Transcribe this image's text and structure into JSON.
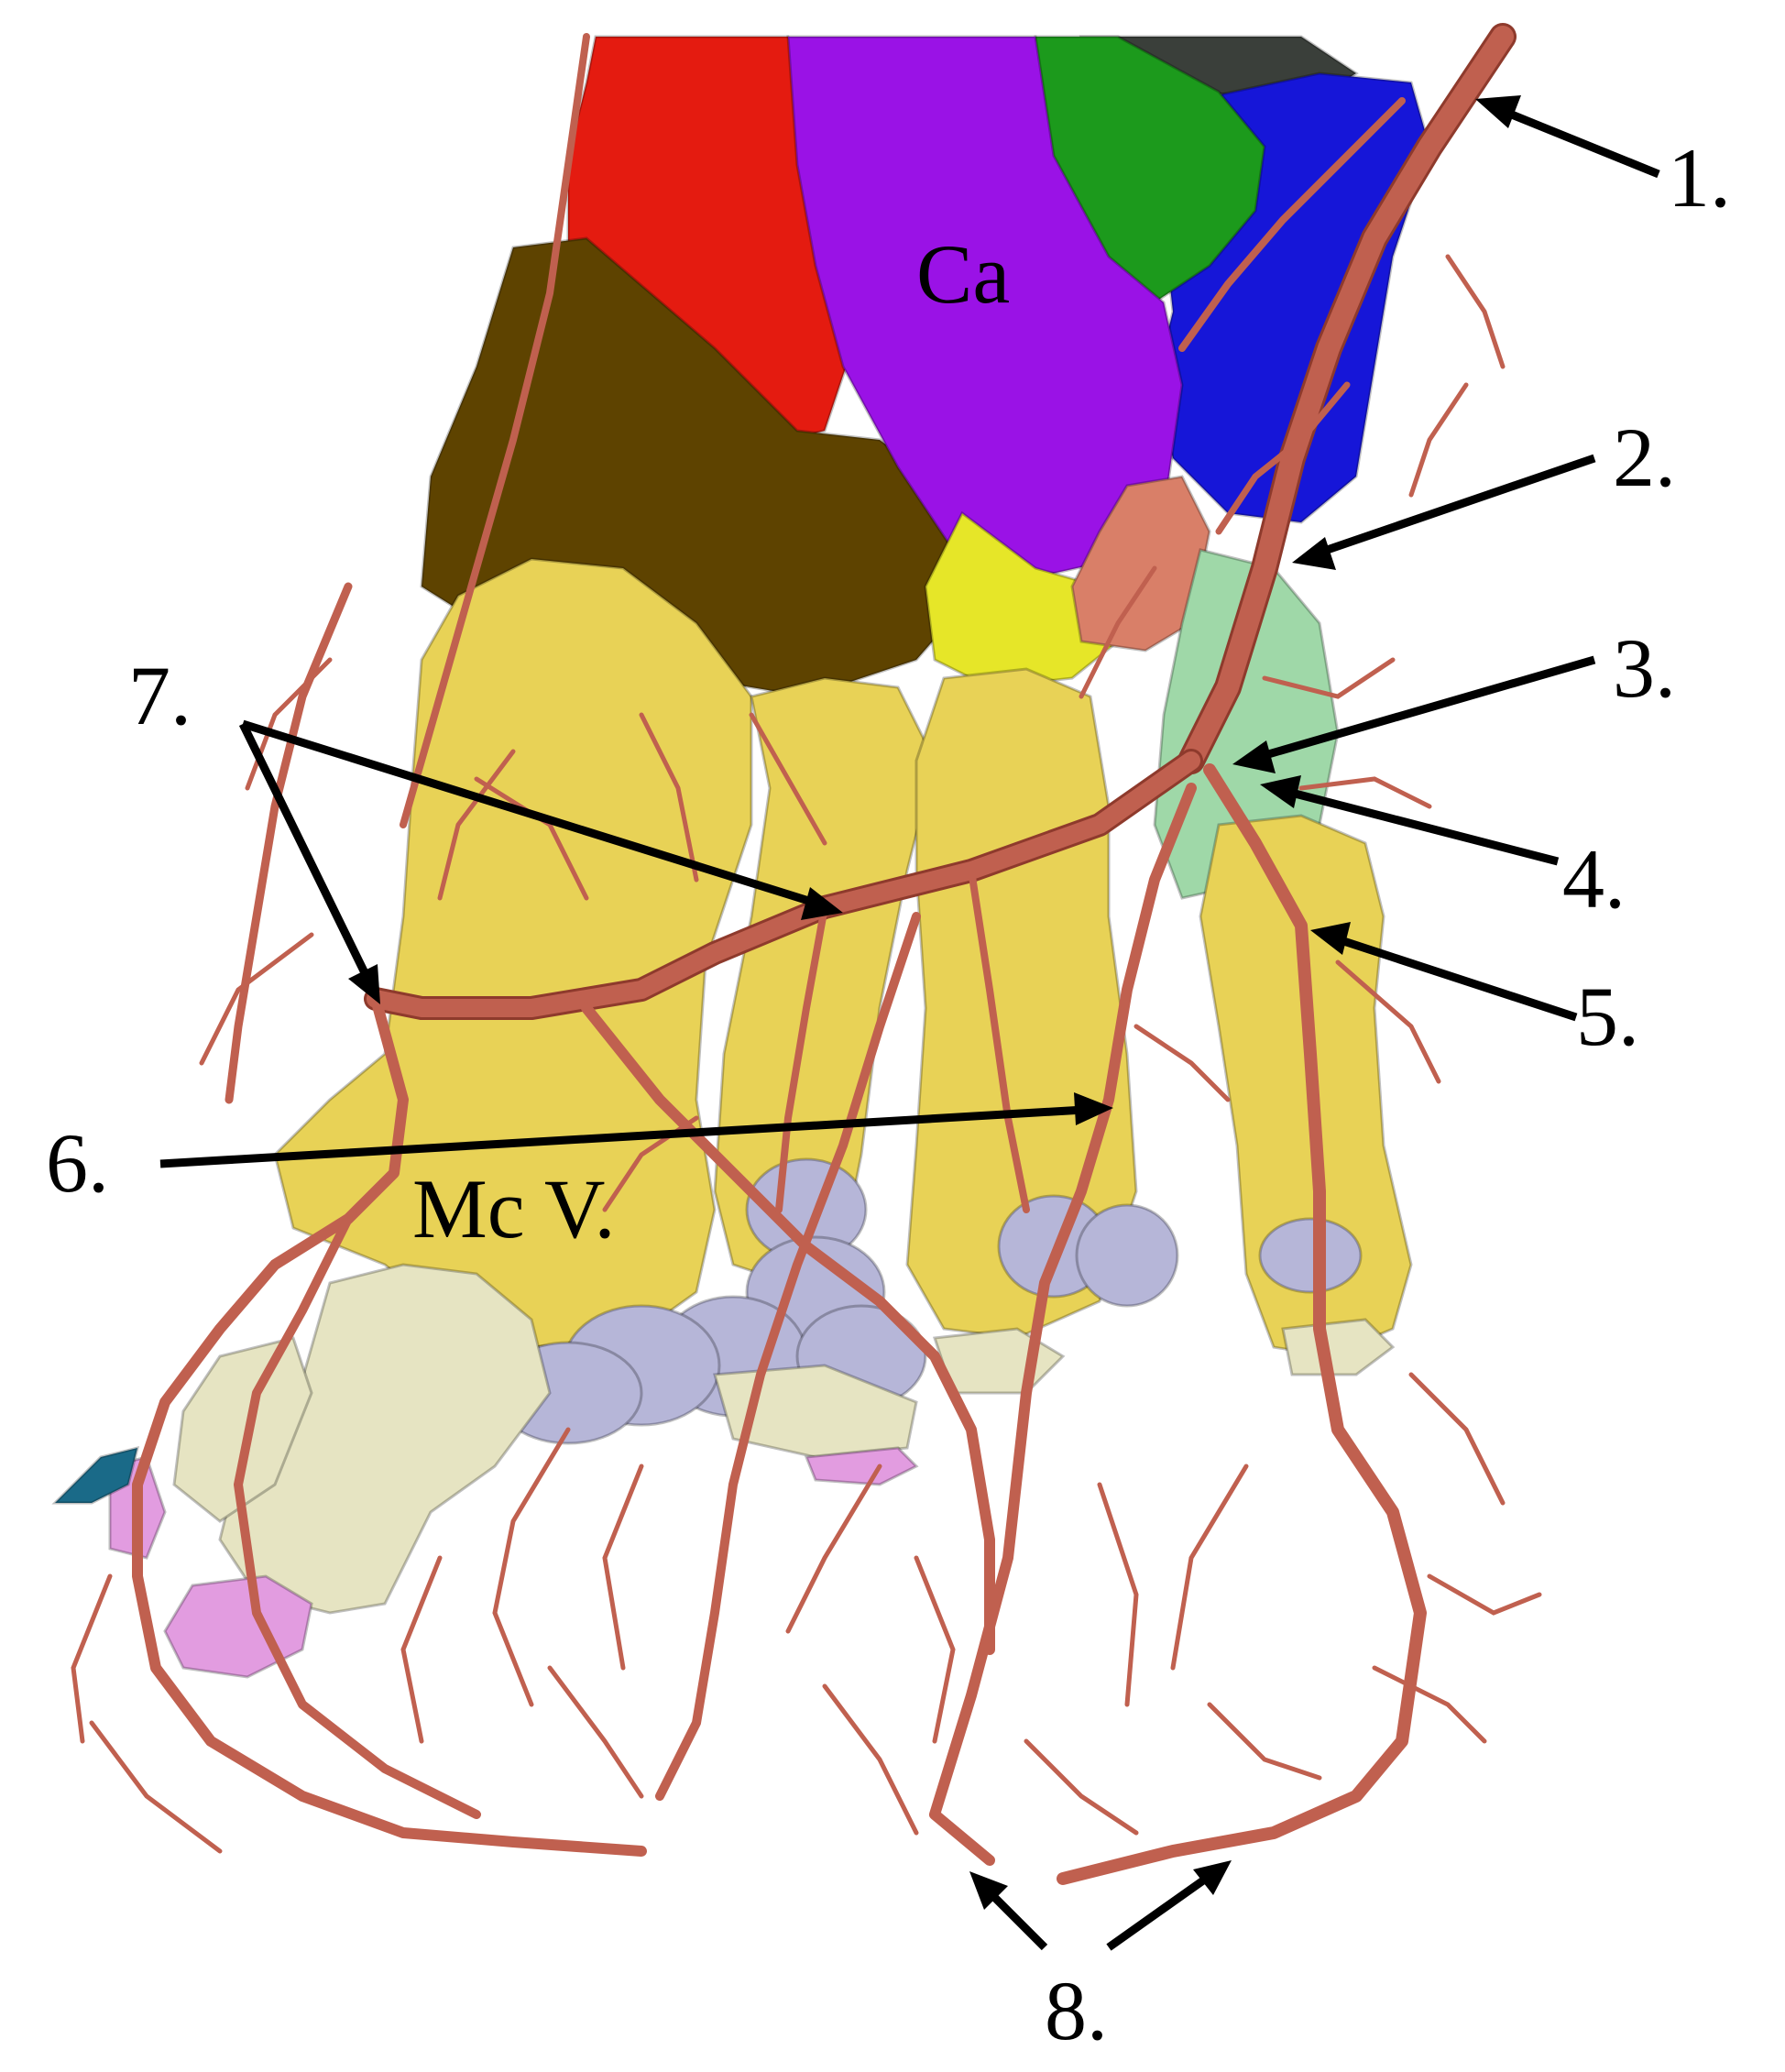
{
  "colors": {
    "vessel": "#c0604f",
    "red_bone": "#e41b10",
    "purple_bone": "#9a12e6",
    "green_bone": "#1c9a1c",
    "blue_bone": "#1616d8",
    "brown_bone": "#5e4300",
    "yellow_bone": "#e8d256",
    "bright_yellow_bone": "#e6e628",
    "salmon_bone": "#d97f68",
    "mint_bone": "#9fd8a8",
    "lavender_sesamoid": "#b6b6d8",
    "cream_phalanx": "#e6e4c2",
    "pink_phalanx": "#e29ce0",
    "teal_claw": "#1a6a88"
  },
  "labels": {
    "ca": "Ca",
    "mc_v": "Mc V.",
    "n1": "1.",
    "n2": "2.",
    "n3": "3.",
    "n4": "4.",
    "n5": "5.",
    "n6": "6.",
    "n7": "7.",
    "n8": "8."
  }
}
